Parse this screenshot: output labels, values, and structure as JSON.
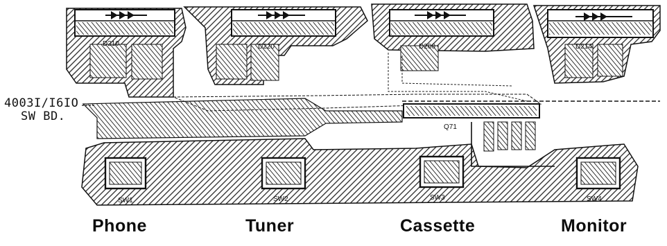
{
  "board": {
    "part_number": "4003I/I6IO",
    "name": "SW BD."
  },
  "leds": [
    {
      "ref": "D210"
    },
    {
      "ref": "D220"
    },
    {
      "ref": "D200"
    },
    {
      "ref": "D214"
    }
  ],
  "ic": {
    "ref": "Q71"
  },
  "switches": [
    {
      "ref": "SW1",
      "caption": "Phone"
    },
    {
      "ref": "SW2",
      "caption": "Tuner"
    },
    {
      "ref": "SW3",
      "caption": "Cassette"
    },
    {
      "ref": "SW4",
      "caption": "Monitor"
    }
  ],
  "colors": {
    "ink": "#111111",
    "hatch": "#2a2a2a",
    "paper": "#ffffff"
  }
}
